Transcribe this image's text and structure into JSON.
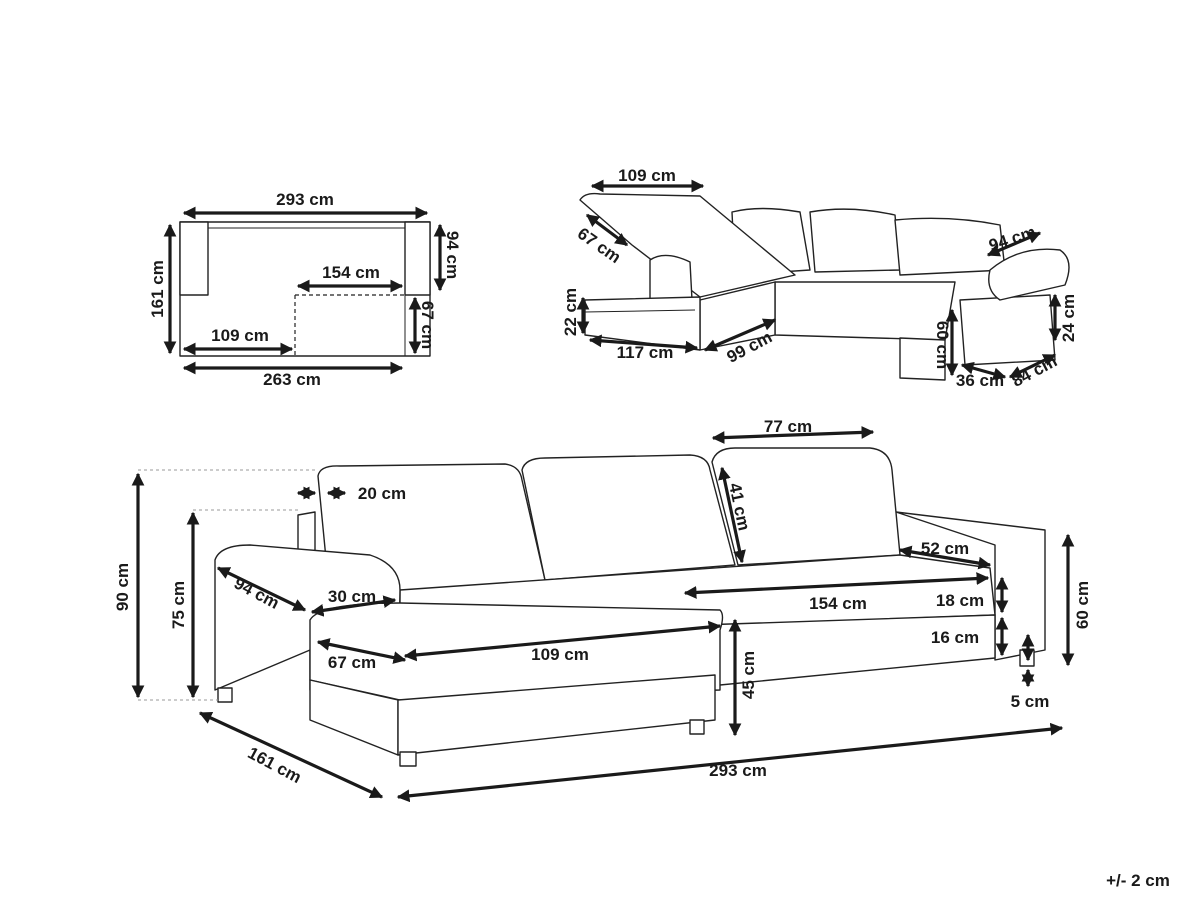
{
  "plan_view": {
    "width_total": "293 cm",
    "depth_total": "161 cm",
    "back_depth": "94 cm",
    "chaise_offset": "154 cm",
    "chaise_depth": "67 cm",
    "chaise_width": "109 cm",
    "bottom_width": "263 cm"
  },
  "storage_view": {
    "lid_width": "109 cm",
    "lid_depth": "67 cm",
    "chaise_height": "22 cm",
    "chaise_length": "117 cm",
    "bed_depth": "99 cm",
    "arm_depth": "94 cm",
    "arm_storage_height": "24 cm",
    "bed_height": "60 cm",
    "arm_width": "36 cm",
    "arm_length": "84 cm"
  },
  "main_view": {
    "back_cushion_width": "77 cm",
    "back_thickness": "20 cm",
    "back_cushion_height": "41 cm",
    "seat_depth_right": "52 cm",
    "total_height": "90 cm",
    "arm_height_left": "75 cm",
    "arm_depth_left": "94 cm",
    "arm_width_left": "30 cm",
    "seat_width": "154 cm",
    "seat_cushion_height": "18 cm",
    "arm_height_right": "60 cm",
    "chaise_width": "67 cm",
    "chaise_length": "109 cm",
    "base_height": "16 cm",
    "seat_height": "45 cm",
    "leg_height": "5 cm",
    "total_depth": "161 cm",
    "total_width": "293 cm"
  },
  "tolerance": "+/- 2 cm"
}
